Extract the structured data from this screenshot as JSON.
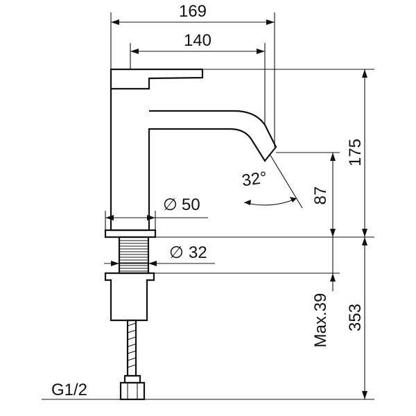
{
  "dimensions": {
    "overall_width": "169",
    "spout_reach": "140",
    "body_height": "175",
    "outlet_height": "87",
    "outlet_angle": "32°",
    "body_diameter": "Ø50",
    "body_diameter_symbol": "∅",
    "body_diameter_value": "50",
    "shank_diameter_symbol": "∅",
    "shank_diameter_value": "32",
    "max_deck_thickness": "Max.39",
    "shank_length": "353",
    "connection_thread": "G1/2"
  },
  "colors": {
    "line": "#111111",
    "background": "#ffffff"
  }
}
